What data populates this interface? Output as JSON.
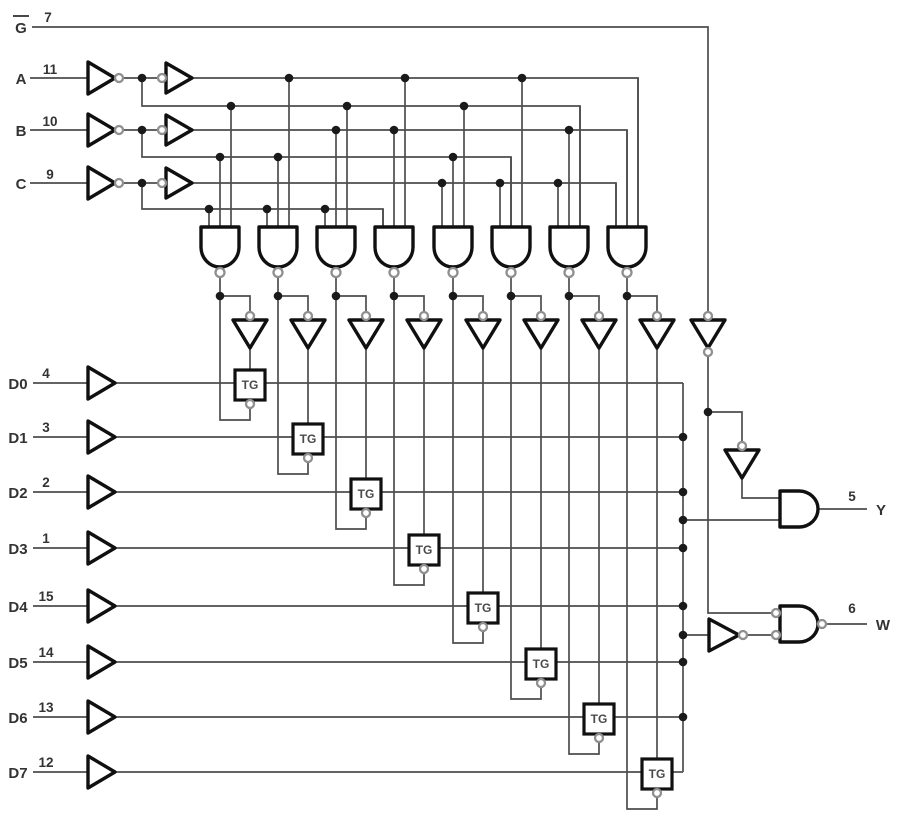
{
  "mux": {
    "enable": {
      "label": "G",
      "pin": "7"
    },
    "selects": [
      {
        "label": "A",
        "pin": "11"
      },
      {
        "label": "B",
        "pin": "10"
      },
      {
        "label": "C",
        "pin": "9"
      }
    ],
    "data_inputs": [
      {
        "label": "D0",
        "pin": "4"
      },
      {
        "label": "D1",
        "pin": "3"
      },
      {
        "label": "D2",
        "pin": "2"
      },
      {
        "label": "D3",
        "pin": "1"
      },
      {
        "label": "D4",
        "pin": "15"
      },
      {
        "label": "D5",
        "pin": "14"
      },
      {
        "label": "D6",
        "pin": "13"
      },
      {
        "label": "D7",
        "pin": "12"
      }
    ],
    "outputs": [
      {
        "label": "Y",
        "pin": "5"
      },
      {
        "label": "W",
        "pin": "6"
      }
    ],
    "tg_label": "TG"
  },
  "colors": {
    "background": "#ffffff",
    "wire": "#4d4d4d",
    "gate": "#101010",
    "bubble": "#8f8f8f",
    "junction": "#1a1a1a",
    "text": "#333333"
  }
}
